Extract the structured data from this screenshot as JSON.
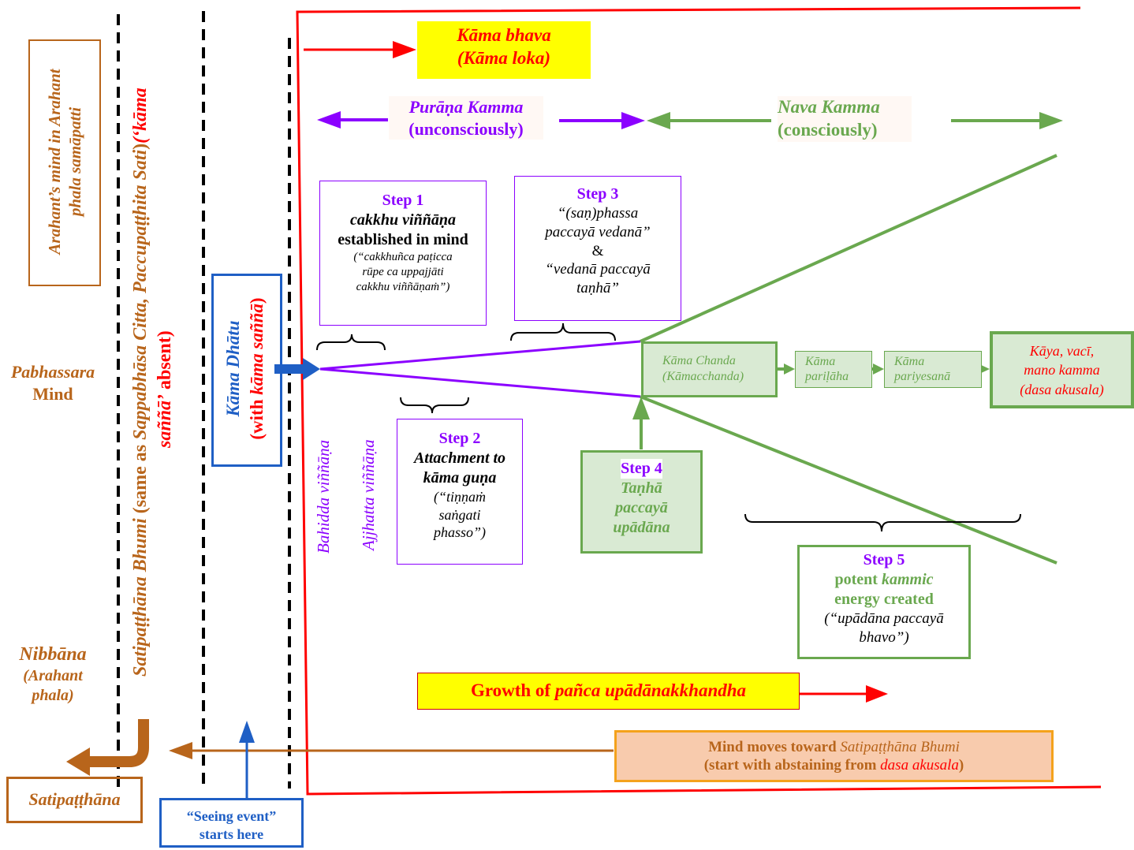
{
  "kama_bhava": {
    "line1": "Kāma bhava",
    "line2": "(Kāma loka)"
  },
  "purana_kamma": {
    "title": "Purāṇa Kamma",
    "sub": "(unconsciously)"
  },
  "nava_kamma": {
    "title": "Nava Kamma",
    "sub": "(consciously)"
  },
  "arahant_mind": {
    "line1": "Arahant’s mind in Arahant",
    "line2": "phala samāpatti"
  },
  "satipatthana_bhumi": {
    "name": "Satipaṭṭhāna Bhumi",
    "same_as": " (same as ",
    "sappabhasa": "Sappabhāsa Citta, Paccupaṭṭhita Sati",
    "close": ")",
    "kama_sanna": "(‘kāma",
    "sanna_line": "saññā’",
    "absent": " absent)"
  },
  "kama_dhatu": {
    "name": "Kāma Dhātu",
    "with": "(with ",
    "kama_sanna": "kāma saññā",
    "close": ")"
  },
  "pabhassara": {
    "line1": "Pabhassara",
    "line2": "Mind"
  },
  "nibbana": {
    "line1": "Nibbāna",
    "line2": "(Arahant",
    "line3": "phala)"
  },
  "satipatthana": {
    "label": "Satipaṭṭhāna"
  },
  "seeing_event": {
    "line1": "“Seeing event”",
    "line2": "starts here"
  },
  "vinnana": {
    "bahidda": "Bahidda viññāṇa",
    "ajjhatta": "Ajjhatta viññāṇa"
  },
  "step1": {
    "title": "Step 1",
    "line1": "cakkhu viññāṇa",
    "line2": "established in mind",
    "q1": "(“cakkhuñca paṭicca",
    "q2": "rūpe ca uppajjāti",
    "q3": "cakkhu viññāṇaṁ”)"
  },
  "step2": {
    "title": "Step 2",
    "line1": "Attachment to",
    "line2": "kāma guṇa",
    "q1": "(“tiṇṇaṁ",
    "q2": "saṅgati",
    "q3": "phasso”)"
  },
  "step3": {
    "title": "Step 3",
    "q1": "“(saṇ)phassa",
    "q2": "paccayā vedanā”",
    "amp": "&",
    "q3": "“vedanā paccayā",
    "q4": "taṇhā”"
  },
  "step4": {
    "title": "Step 4",
    "line1": "Taṇhā",
    "line2": "paccayā",
    "line3": "upādāna"
  },
  "step5": {
    "title": "Step 5",
    "line1a": "potent ",
    "line1b": "kammic",
    "line2": "energy created",
    "q1": "(“upādāna paccayā",
    "q2": "bhavo”)"
  },
  "chain": {
    "kama_chanda": "Kāma Chanda",
    "kamacchanda": "(Kāmacchanda)",
    "parilaha_1": "Kāma",
    "parilaha_2": "pariḷāha",
    "pariyesana_1": "Kāma",
    "pariyesana_2": "pariyesanā",
    "kamma_1": "Kāya, vacī,",
    "kamma_2": "mano kamma",
    "kamma_3": "(dasa akusala)"
  },
  "growth": {
    "prefix": "Growth of ",
    "term": "pañca upādānakkhandha"
  },
  "mind_moves": {
    "line1a": "Mind moves toward ",
    "line1b": "Satipaṭṭhāna Bhumi",
    "line2a": "(start with abstaining from ",
    "line2b": "dasa akusala",
    "line2c": ")"
  },
  "colors": {
    "red": "#FF0000",
    "purple": "#8B00FF",
    "green": "#6AA84F",
    "brown": "#B8651B",
    "blue": "#1F5FC5",
    "yellow": "#FFFF00",
    "orange_fill": "#F8CBAD",
    "orange_border": "#F4A21C",
    "green_fill": "#D9EAD3"
  }
}
